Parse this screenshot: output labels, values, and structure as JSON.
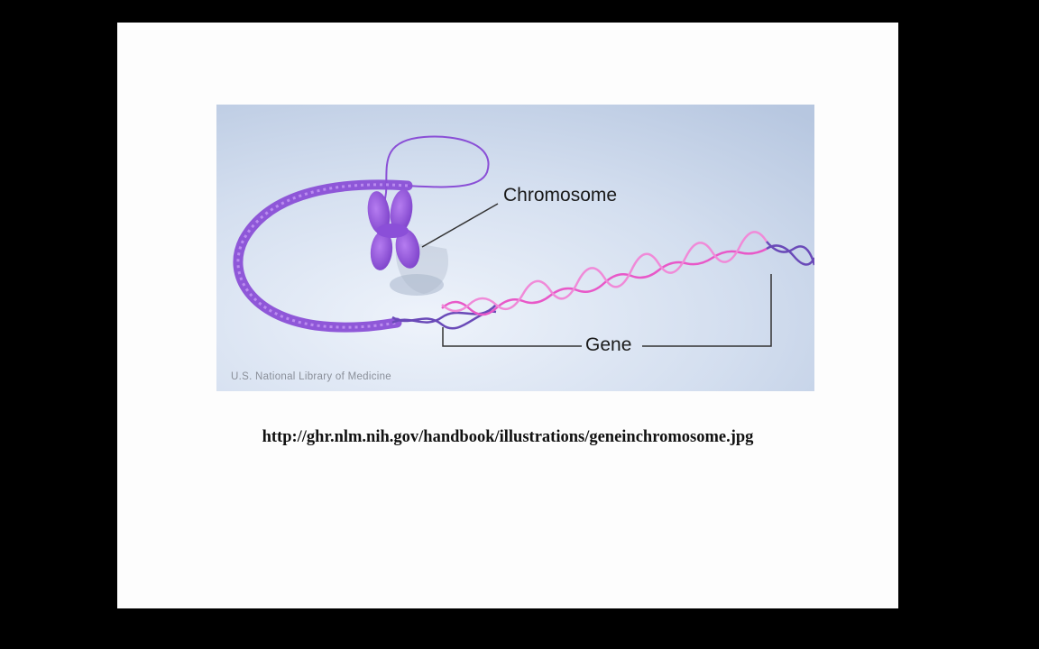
{
  "slide": {
    "figure": {
      "labels": {
        "chromosome": "Chromosome",
        "gene": "Gene"
      },
      "credit": "U.S. National Library of Medicine"
    },
    "url": "http://ghr.nlm.nih.gov/handbook/illustrations/geneinchromosome.jpg"
  },
  "colors": {
    "backdrop": "#000000",
    "slide": "#fdfdfd",
    "chromatin": "#8a4fd6",
    "gene_helix": "#e858c8",
    "dna_helix": "#6a4ab8"
  }
}
